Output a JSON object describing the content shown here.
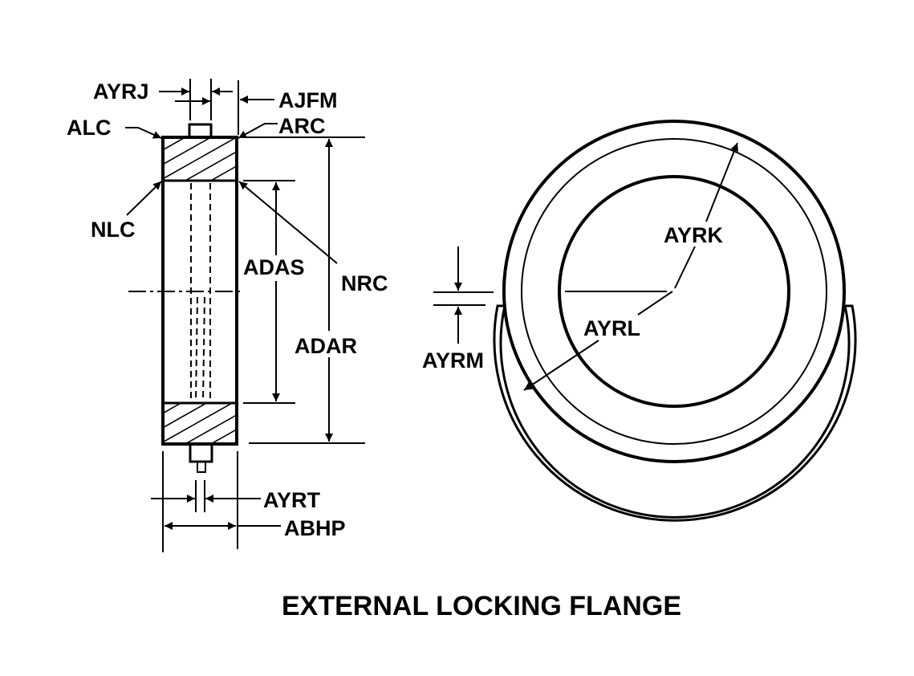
{
  "drawing": {
    "title": "EXTERNAL LOCKING FLANGE",
    "colors": {
      "ink": "#000000",
      "paper": "#ffffff"
    },
    "side_view_labels": {
      "ayrj": "AYRJ",
      "ajfm": "AJFM",
      "alc": "ALC",
      "arc": "ARC",
      "nlc": "NLC",
      "adas": "ADAS",
      "nrc": "NRC",
      "adar": "ADAR",
      "ayrt": "AYRT",
      "abhp": "ABHP"
    },
    "front_view_labels": {
      "ayrk": "AYRK",
      "ayrl": "AYRL",
      "ayrm": "AYRM"
    }
  }
}
